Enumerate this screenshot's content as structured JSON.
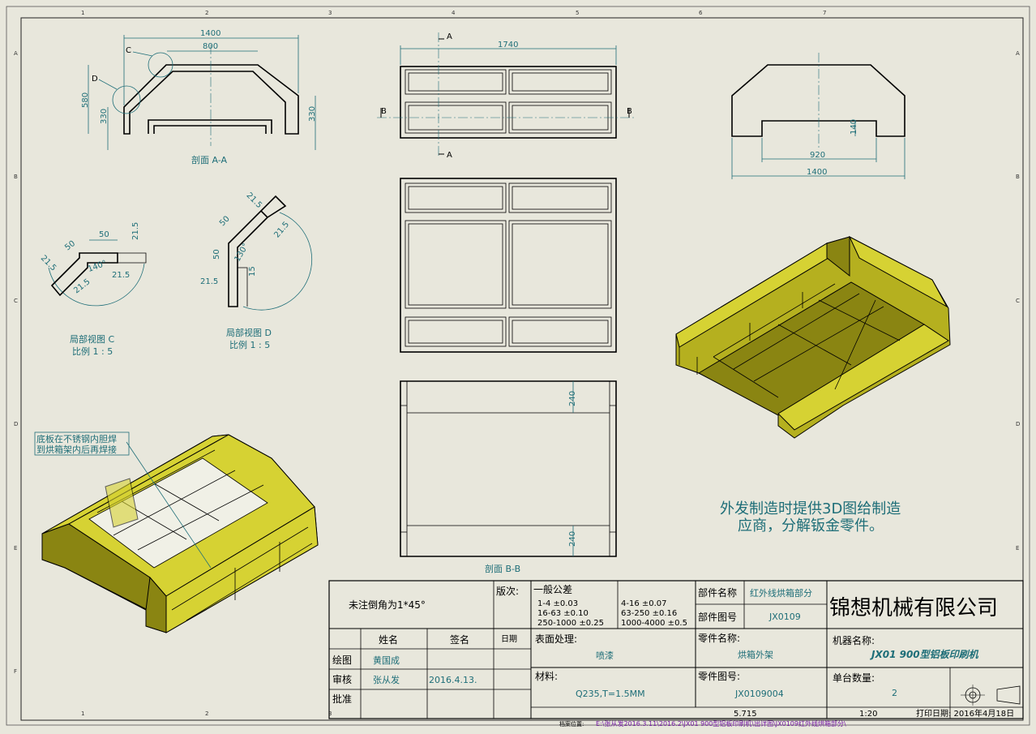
{
  "zones": {
    "cols": [
      "1",
      "2",
      "3",
      "4",
      "5",
      "6",
      "7"
    ],
    "rows": [
      "A",
      "B",
      "C",
      "D",
      "E",
      "F"
    ]
  },
  "section_aa": {
    "title": "剖面 A-A",
    "dim_1400": "1400",
    "dim_800": "800",
    "dim_580": "580",
    "dim_330_left": "330",
    "dim_330_right": "330",
    "callout_c": "C",
    "callout_d": "D"
  },
  "top_view": {
    "dim_1740": "1740",
    "marker_a_top": "A",
    "marker_a_bottom": "A",
    "marker_b_left": "B",
    "marker_b_right": "B"
  },
  "side_view": {
    "dim_140": "140",
    "dim_920": "920",
    "dim_1400": "1400"
  },
  "detail_c": {
    "title": "局部视图 C",
    "scale": "比例 1 : 5",
    "d50a": "50",
    "d50b": "50",
    "d215a": "21.5",
    "d215b": "21.5",
    "d215c": "21.5",
    "d215d": "21.5",
    "angle": "140°"
  },
  "detail_d": {
    "title": "局部视图 D",
    "scale": "比例 1 : 5",
    "d50a": "50",
    "d50b": "50",
    "d215a": "21.5",
    "d215b": "21.5",
    "d215c": "21.5",
    "d15": "15",
    "angle": "130°"
  },
  "section_bb": {
    "title": "剖面 B-B",
    "dim_240_top": "240",
    "dim_240_bottom": "240"
  },
  "note_left": {
    "line1": "底板在不锈钢内胆焊",
    "line2": "到烘箱架内后再焊接"
  },
  "note_right": {
    "line1": "外发制造时提供3D图给制造",
    "line2": "应商，分解钣金零件。"
  },
  "title_block": {
    "chamfer_note": "未注倒角为1*45°",
    "version_label": "版次:",
    "tolerance_title": "一般公差",
    "tol1": "1-4  ±0.03",
    "tol2": "16-63  ±0.10",
    "tol3": "250-1000  ±0.25",
    "tol4": "4-16  ±0.07",
    "tol5": "63-250  ±0.16",
    "tol6": "1000-4000  ±0.5",
    "part_name_label": "部件名称",
    "part_name_value": "红外线烘箱部分",
    "part_no_label": "部件图号",
    "part_no_value": "JX0109",
    "company": "锦想机械有限公司",
    "name_header": "姓名",
    "sign_header": "签名",
    "date_header": "日期",
    "drawn_label": "绘图",
    "drawn_name": "黄国成",
    "check_label": "审核",
    "check_name": "张从发",
    "check_date": "2016.4.13.",
    "approve_label": "批准",
    "surface_label": "表面处理:",
    "surface_value": "喷漆",
    "material_label": "材料:",
    "material_value": "Q235,T=1.5MM",
    "component_label": "零件名称:",
    "component_value": "烘箱外架",
    "component_no_label": "零件图号:",
    "component_no_value": "JX0109004",
    "machine_label": "机器名称:",
    "machine_value": "JX01    900型铝板印刷机",
    "qty_label": "单台数量:",
    "qty_value": "2",
    "weight": "5.715",
    "scale": "1:20",
    "print_date": "打印日期: 2016年4月18日",
    "path_label": "档案位置:",
    "path_value": "E:\\张从发2016.3.11\\2016.2\\JX01  900型铝板印刷机\\出详图\\JX0109红外线烘箱部分\\"
  }
}
